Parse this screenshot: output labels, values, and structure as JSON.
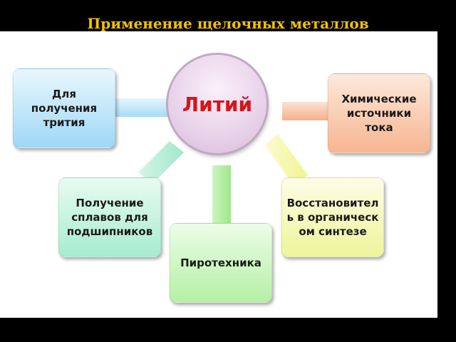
{
  "title": "Применение щелочных металлов",
  "center": {
    "label": "Литий"
  },
  "nodes": {
    "tritium": "Для получения трития",
    "chem_sources": "Химические источники тока",
    "alloys": "Получение сплавов для подшипников",
    "pyrotechnics": "Пиротехника",
    "reducer": "Восстановитель в органическом синтезе"
  },
  "colors": {
    "title": "#f2c200",
    "center_text": "#d4161b",
    "tritium": "#9ed8f6",
    "chem_sources": "#f7b590",
    "alloys": "#a7ecd0",
    "pyrotechnics": "#b5f0a4",
    "reducer": "#eef59a"
  }
}
